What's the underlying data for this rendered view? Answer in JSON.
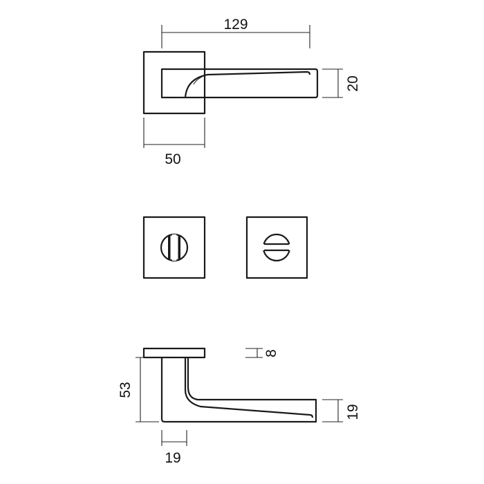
{
  "dimensions": {
    "top_length": "129",
    "top_rose_width": "50",
    "top_lever_height": "20",
    "side_height": "53",
    "side_rose_thickness": "8",
    "side_lever_thickness": "19",
    "side_neck_width": "19"
  }
}
